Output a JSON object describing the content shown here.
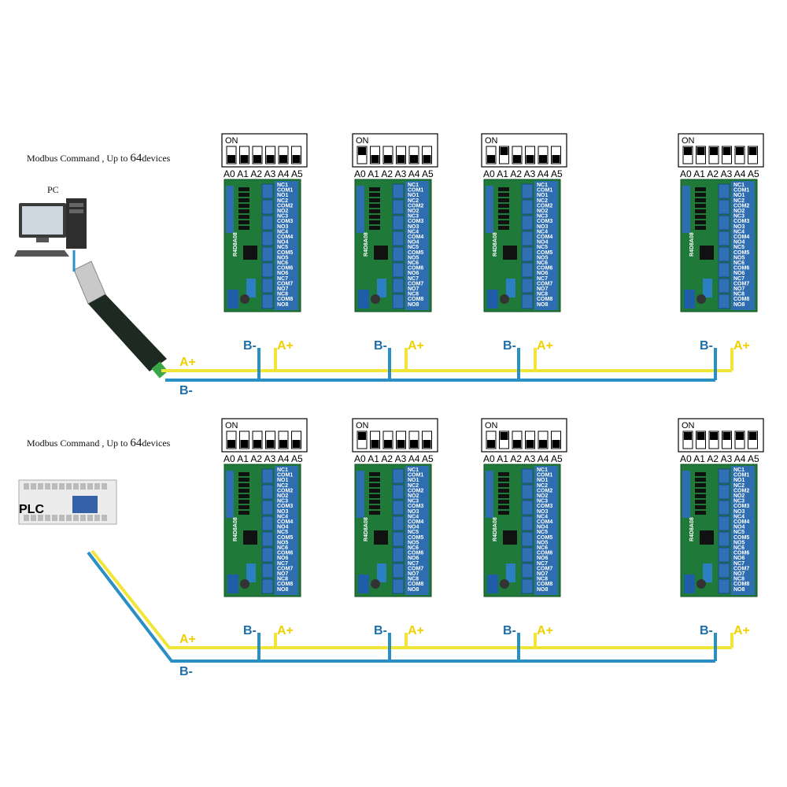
{
  "colors": {
    "bus_a": "#f2e53a",
    "bus_b": "#2a8fc4",
    "label_a": "#f0d000",
    "label_b": "#1e6fa8",
    "pcb": "#1f7a3a",
    "relay": "#2f6fb4",
    "terminal": "#2d6db0"
  },
  "rows": [
    {
      "caption_prefix": "Modbus Command , Up to ",
      "caption_number": "64",
      "caption_suffix": "devices",
      "master": {
        "kind": "pc",
        "label": "PC",
        "icon": "pc-icon"
      },
      "bus_label_a": "A+",
      "bus_label_b": "B-",
      "modules": [
        {
          "dip": [
            0,
            0,
            0,
            0,
            0,
            0
          ]
        },
        {
          "dip": [
            1,
            0,
            0,
            0,
            0,
            0
          ]
        },
        {
          "dip": [
            0,
            1,
            0,
            0,
            0,
            0
          ]
        },
        {
          "dip": [
            1,
            1,
            1,
            1,
            1,
            1
          ]
        }
      ]
    },
    {
      "caption_prefix": "Modbus Command , Up to ",
      "caption_number": "64",
      "caption_suffix": "devices",
      "master": {
        "kind": "plc",
        "label": "PLC",
        "icon": "plc-icon"
      },
      "bus_label_a": "A+",
      "bus_label_b": "B-",
      "modules": [
        {
          "dip": [
            0,
            0,
            0,
            0,
            0,
            0
          ]
        },
        {
          "dip": [
            1,
            0,
            0,
            0,
            0,
            0
          ]
        },
        {
          "dip": [
            0,
            1,
            0,
            0,
            0,
            0
          ]
        },
        {
          "dip": [
            1,
            1,
            1,
            1,
            1,
            1
          ]
        }
      ]
    }
  ],
  "dip_on_label": "ON",
  "address_labels": [
    "A0",
    "A1",
    "A2",
    "A3",
    "A4",
    "A5"
  ],
  "module_terminal_b": "B-",
  "module_terminal_a": "A+",
  "relay_labels": [
    "NC1",
    "COM1",
    "NO1",
    "NC2",
    "COM2",
    "NO2",
    "NC3",
    "COM3",
    "NO3",
    "NC4",
    "COM4",
    "NO4",
    "NC5",
    "COM5",
    "NO5",
    "NC6",
    "COM6",
    "NO6",
    "NC7",
    "COM7",
    "NO7",
    "NC8",
    "COM8",
    "NO8"
  ],
  "board_marking": "R4D8A08"
}
